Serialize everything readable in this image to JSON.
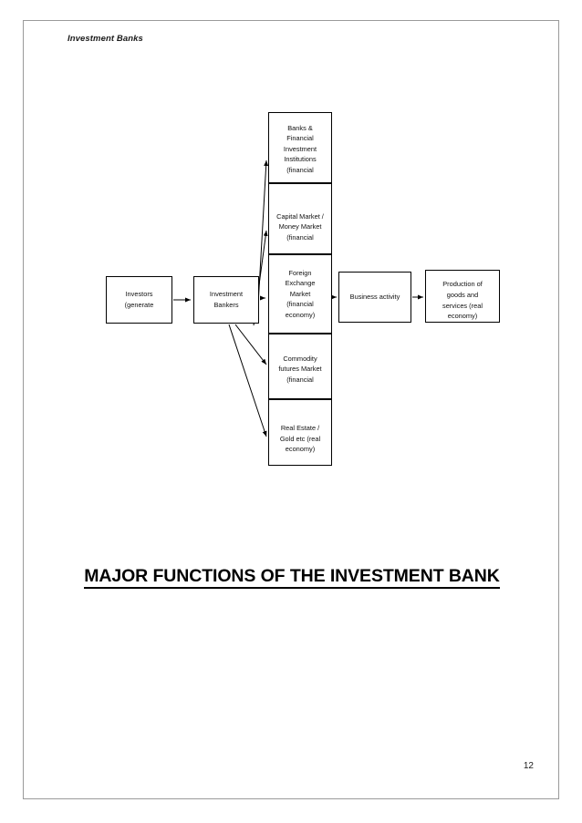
{
  "document": {
    "header": "Investment Banks",
    "page_number": "12",
    "figure_title": "MAJOR FUNCTIONS OF THE INVESTMENT BANK"
  },
  "diagram": {
    "type": "flowchart",
    "nodes": [
      {
        "id": "investors",
        "label": "Investors\n(generate"
      },
      {
        "id": "bankers",
        "label": "Investment\nBankers"
      },
      {
        "id": "banks",
        "label": "Banks &\nFinancial\nInvestment\nInstitutions\n(financial"
      },
      {
        "id": "capital",
        "label": "Capital Market /\nMoney Market\n(financial"
      },
      {
        "id": "forex",
        "label": "Foreign\nExchange\nMarket\n(financial\neconomy)"
      },
      {
        "id": "commodity",
        "label": "Commodity\nfutures Market\n(financial"
      },
      {
        "id": "realestate",
        "label": "Real Estate /\nGold etc (real\neconomy)"
      },
      {
        "id": "business",
        "label": "Business activity"
      },
      {
        "id": "production",
        "label": "Production of\ngoods and\nservices (real\neconomy)"
      }
    ],
    "edges": [
      {
        "from": "investors",
        "to": "bankers"
      },
      {
        "from": "bankers",
        "to": "banks"
      },
      {
        "from": "bankers",
        "to": "capital"
      },
      {
        "from": "bankers",
        "to": "forex"
      },
      {
        "from": "bankers",
        "to": "commodity"
      },
      {
        "from": "bankers",
        "to": "realestate"
      },
      {
        "from": "forex",
        "to": "business"
      },
      {
        "from": "business",
        "to": "production"
      }
    ],
    "colors": {
      "node_border": "#000000",
      "node_fill": "#ffffff",
      "edge": "#000000",
      "page_border": "#9a9a9a"
    }
  }
}
